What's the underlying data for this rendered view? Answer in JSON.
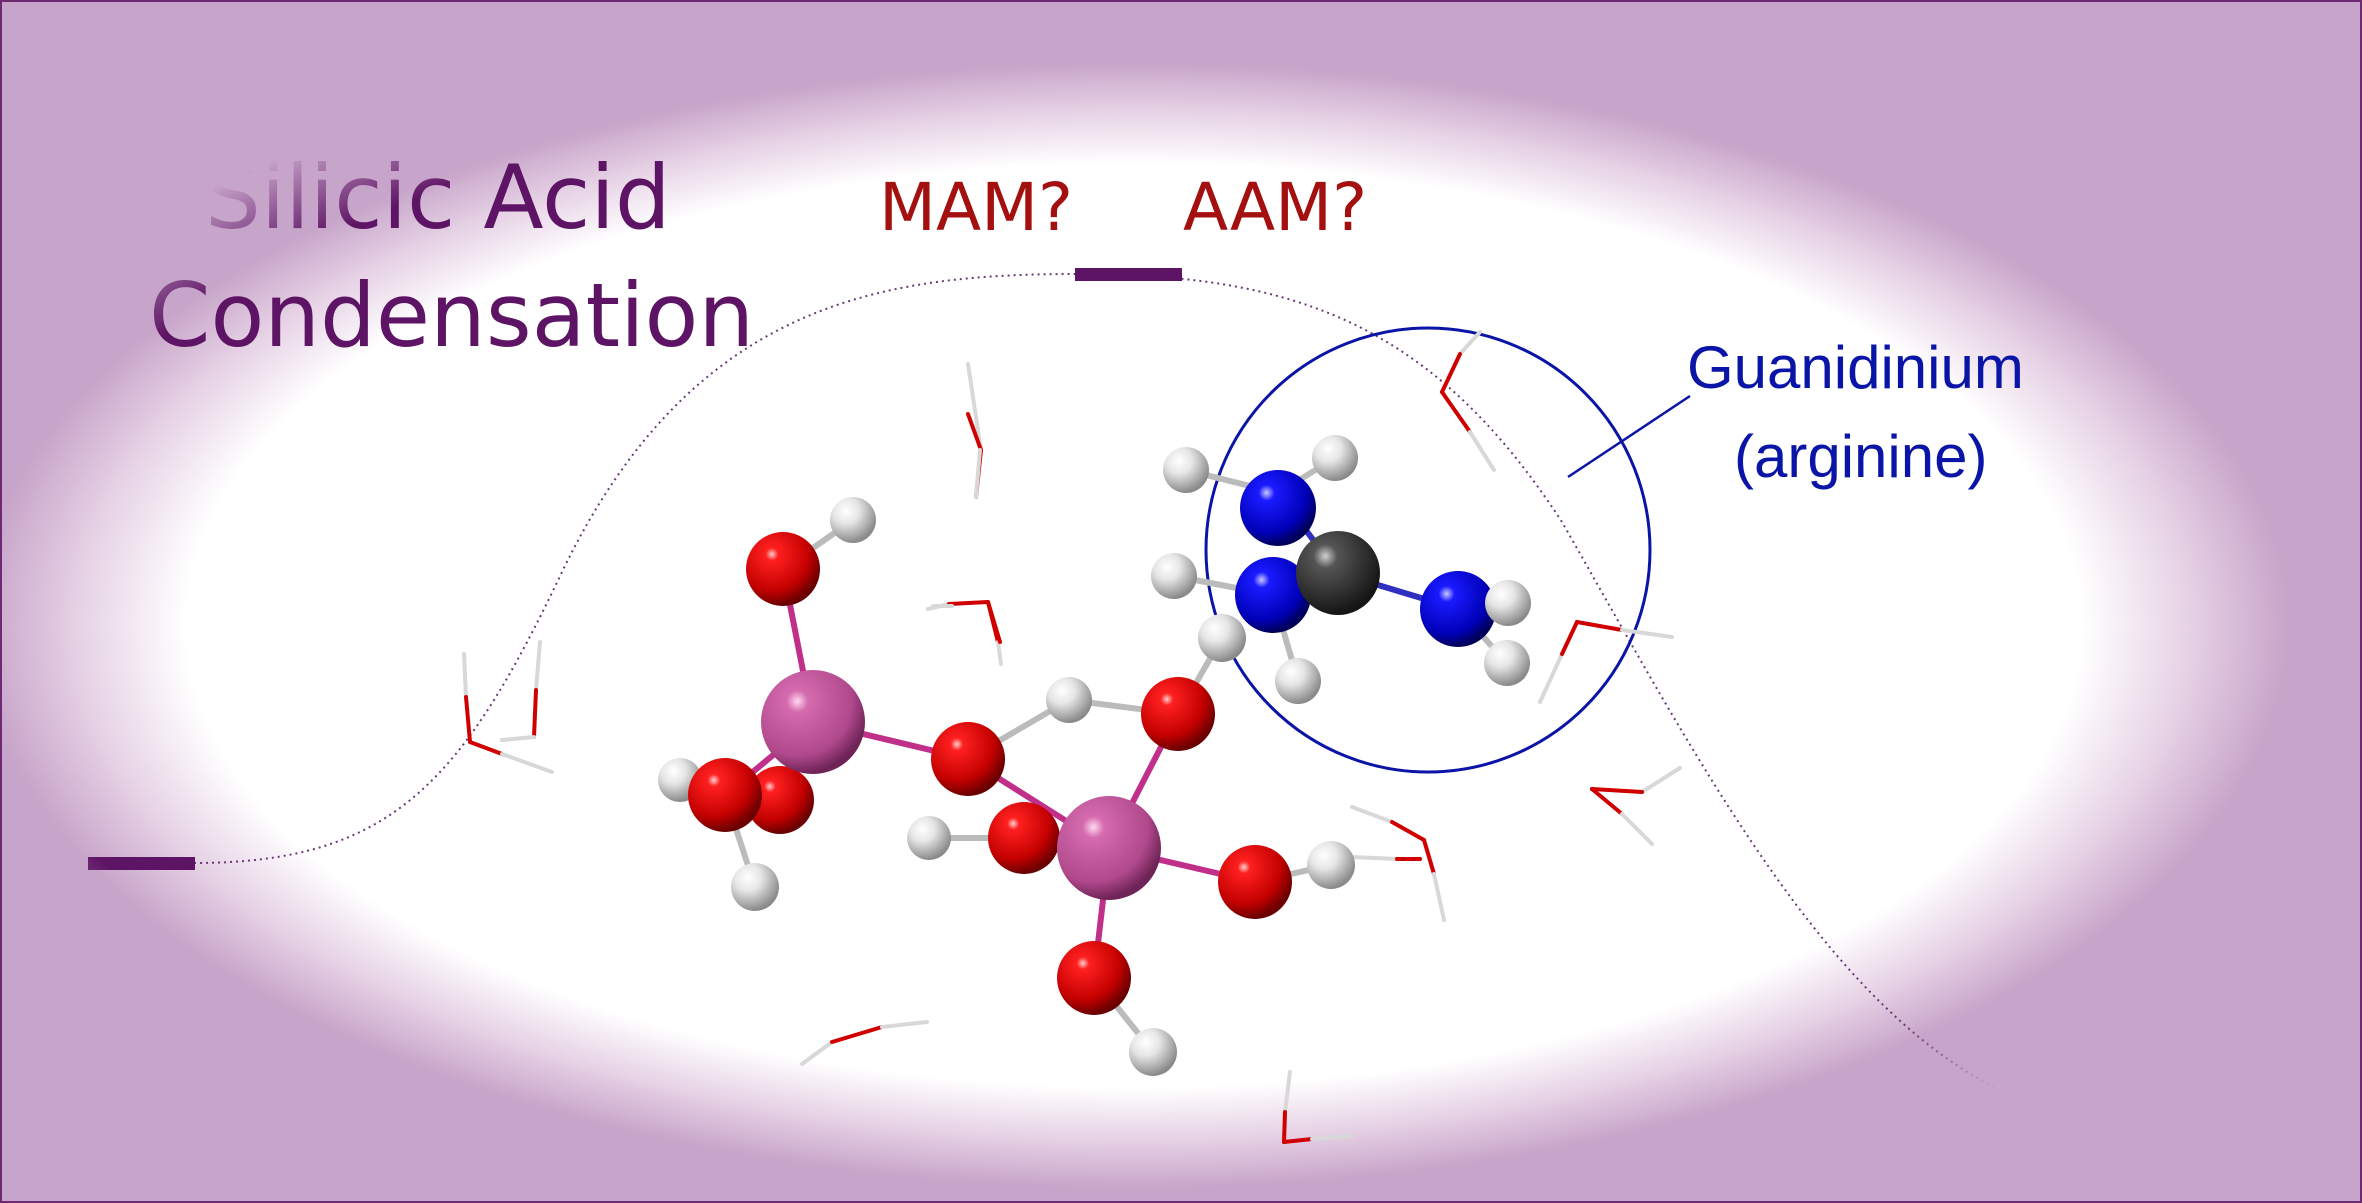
{
  "diagram": {
    "title_line1": "Silicic Acid",
    "title_line2": "Condensation",
    "mechanism_label_1": "MAM?",
    "mechanism_label_2": "AAM?",
    "guanidinium_line1": "Guanidinium",
    "guanidinium_line2": "(arginine)"
  },
  "colors": {
    "title": "#5e1464",
    "mechanism_labels": "#a40f0f",
    "guanidinium_label": "#0a14a6",
    "energy_levels": "#5e1464",
    "silicon": "#c25a9e",
    "oxygen": "#e00000",
    "hydrogen": "#e8e8e8",
    "nitrogen": "#0000d0",
    "carbon": "#3a3a3a"
  },
  "icons": {
    "atom": "sphere",
    "water": "stick-molecule"
  }
}
